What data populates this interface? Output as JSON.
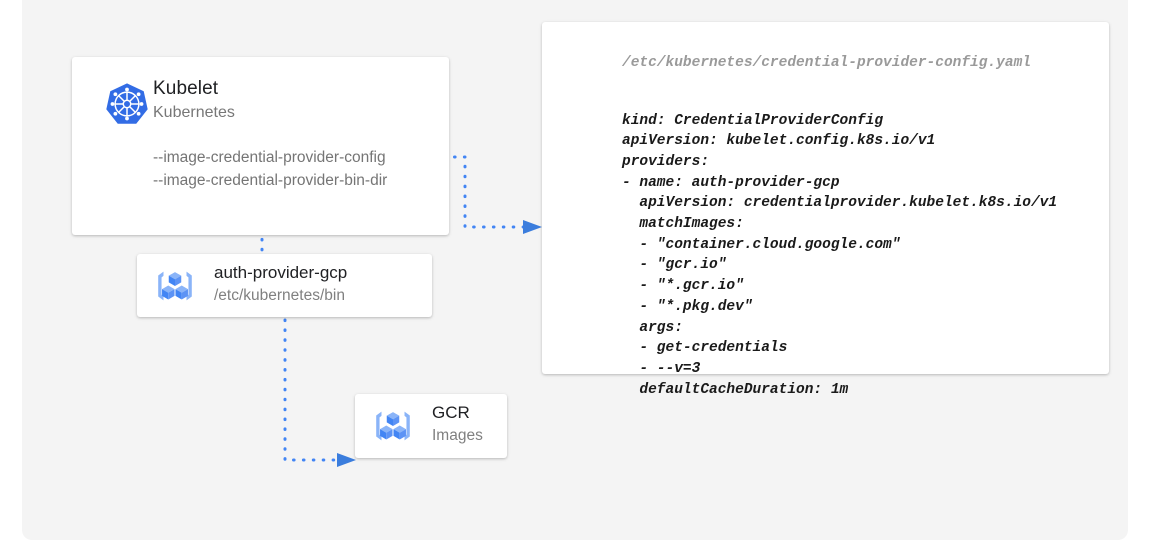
{
  "theme": {
    "canvas_bg": "#f4f4f4",
    "page_bg": "#ffffff",
    "card_bg": "#ffffff",
    "accent_blue": "#4285f4",
    "connector_blue": "#4285f4",
    "k8s_blue": "#326ce5",
    "icon_blue_light": "#8ab4f8",
    "icon_blue_dark": "#4285f4",
    "text_primary": "#202124",
    "text_secondary": "#777777",
    "code_text": "#1a1a1a",
    "code_path_text": "#9a9a9a"
  },
  "nodes": {
    "kubelet": {
      "icon": "kubernetes-wheel-icon",
      "title": "Kubelet",
      "subtitle": "Kubernetes",
      "flags": [
        "--image-credential-provider-config",
        "--image-credential-provider-bin-dir"
      ]
    },
    "auth_provider": {
      "icon": "container-package-icon",
      "title": "auth-provider-gcp",
      "subtitle": "/etc/kubernetes/bin"
    },
    "gcr": {
      "icon": "container-package-icon",
      "title": "GCR",
      "subtitle": "Images"
    }
  },
  "yaml_panel": {
    "path": "/etc/kubernetes/credential-provider-config.yaml",
    "content": "kind: CredentialProviderConfig\napiVersion: kubelet.config.k8s.io/v1\nproviders:\n- name: auth-provider-gcp\n  apiVersion: credentialprovider.kubelet.k8s.io/v1\n  matchImages:\n  - \"container.cloud.google.com\"\n  - \"gcr.io\"\n  - \"*.gcr.io\"\n  - \"*.pkg.dev\"\n  args:\n  - get-credentials\n  - --v=3\n  defaultCacheDuration: 1m"
  },
  "connectors": [
    {
      "name": "kubelet-config-flag-to-yaml-panel",
      "from": "kubelet.flags.0",
      "to": "yaml_panel",
      "style": "dotted",
      "arrowhead": true
    },
    {
      "name": "kubelet-to-auth-provider",
      "from": "kubelet",
      "to": "auth_provider",
      "style": "dotted",
      "arrowhead": true
    },
    {
      "name": "auth-provider-to-gcr",
      "from": "auth_provider",
      "to": "gcr",
      "style": "dotted",
      "arrowhead": true
    }
  ]
}
